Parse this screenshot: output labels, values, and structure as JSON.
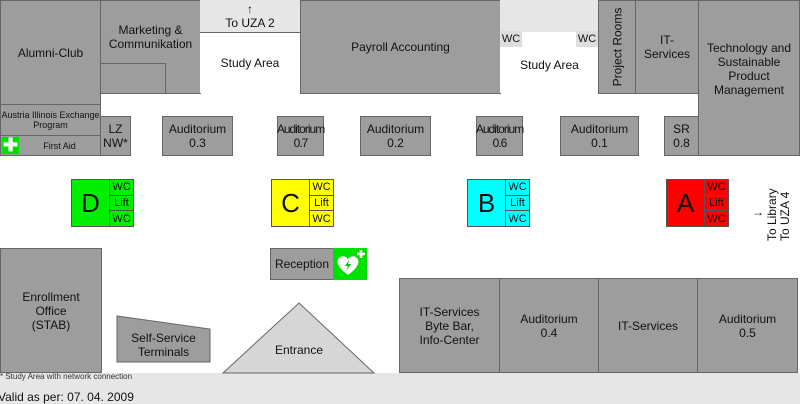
{
  "top_rooms": {
    "alumni": "Alumni-Club",
    "austria": "Austria Illinois Exchange Program",
    "first_aid": "First Aid",
    "marketing": "Marketing & Communikation",
    "to_uza2": "To UZA 2",
    "study_area_1": "Study Area",
    "payroll": "Payroll Accounting",
    "study_area_2": "Study Area",
    "wc": "WC",
    "project_rooms": "Project Rooms",
    "it_services": "IT-Services",
    "technology": "Technology and Sustainable Product Management"
  },
  "corridor_rooms": [
    {
      "label": "LZ NW*"
    },
    {
      "label": "Auditorium 0.3"
    },
    {
      "label": "Auditorium 0.7"
    },
    {
      "label": "Auditorium 0.2"
    },
    {
      "label": "Auditorium 0.6"
    },
    {
      "label": "Auditorium 0.1"
    },
    {
      "label": "SR 0.8"
    }
  ],
  "cores": [
    {
      "letter": "D",
      "color": "#00ee00",
      "wc": "WC",
      "lift": "Lift"
    },
    {
      "letter": "C",
      "color": "#ffff00",
      "wc": "WC",
      "lift": "Lift"
    },
    {
      "letter": "B",
      "color": "#00ffff",
      "wc": "WC",
      "lift": "Lift"
    },
    {
      "letter": "A",
      "color": "#ff0000",
      "wc": "WC",
      "lift": "Lift"
    }
  ],
  "to_library": "To Library",
  "to_uza4": "To UZA 4",
  "reception": "Reception",
  "aed_icon": "heart-defibrillator-icon",
  "enrollment": "Enrollment Office (STAB)",
  "self_service": "Self-Service Terminals",
  "entrance": "Entrance",
  "bottom_rooms": [
    {
      "label": "IT-Services Byte Bar, Info-Center"
    },
    {
      "label": "Auditorium 0.4"
    },
    {
      "label": "IT-Services"
    },
    {
      "label": "Auditorium 0.5"
    }
  ],
  "footnote": "* Study Area with network connection",
  "valid": "Valid as per: 07. 04. 2009"
}
